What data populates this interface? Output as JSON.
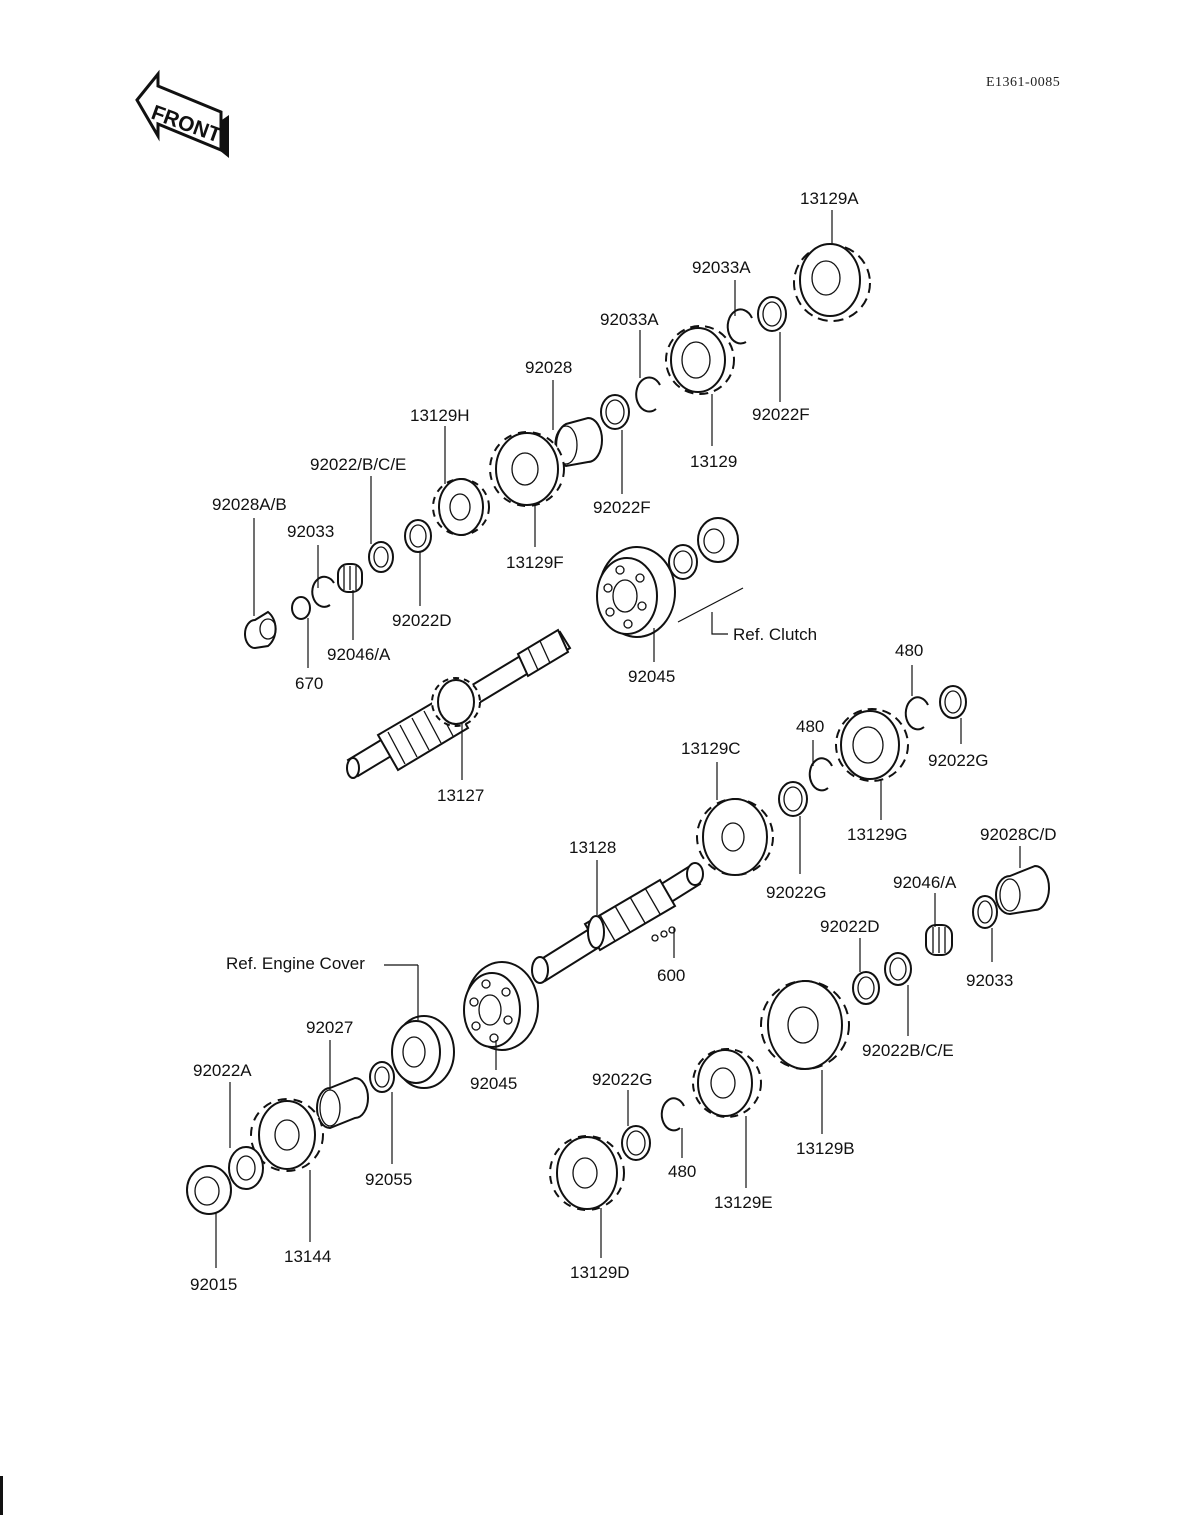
{
  "diagram": {
    "drawing_code": "E1361-0085",
    "front_label": "FRONT",
    "callouts": {
      "p13129A": "13129A",
      "p92033A_top": "92033A",
      "p92033A_mid": "92033A",
      "p92022F_right": "92022F",
      "p13129": "13129",
      "p92028": "92028",
      "p92022F_left": "92022F",
      "p13129H": "13129H",
      "p13129F": "13129F",
      "p92022BCE_top": "92022/B/C/E",
      "p92028AB": "92028A/B",
      "p92033_top": "92033",
      "p92022D_top": "92022D",
      "p92046A_top": "92046/A",
      "p670": "670",
      "p13127": "13127",
      "p92045_top": "92045",
      "ref_clutch": "Ref. Clutch",
      "p480_a": "480",
      "p480_b": "480",
      "p92022G_right": "92022G",
      "p13129C": "13129C",
      "p13129G": "13129G",
      "p92022G_mid": "92022G",
      "p92028CD": "92028C/D",
      "p13128": "13128",
      "p92046A_low": "92046/A",
      "p92022D_low": "92022D",
      "p92033_low": "92033",
      "p600": "600",
      "ref_engine_cover": "Ref. Engine Cover",
      "p92022BCE_low": "92022B/C/E",
      "p92027": "92027",
      "p92022A": "92022A",
      "p92045_low": "92045",
      "p92055": "92055",
      "p13144": "13144",
      "p92015": "92015",
      "p92022G_low": "92022G",
      "p480_c": "480",
      "p13129B": "13129B",
      "p13129E": "13129E",
      "p13129D": "13129D"
    }
  }
}
